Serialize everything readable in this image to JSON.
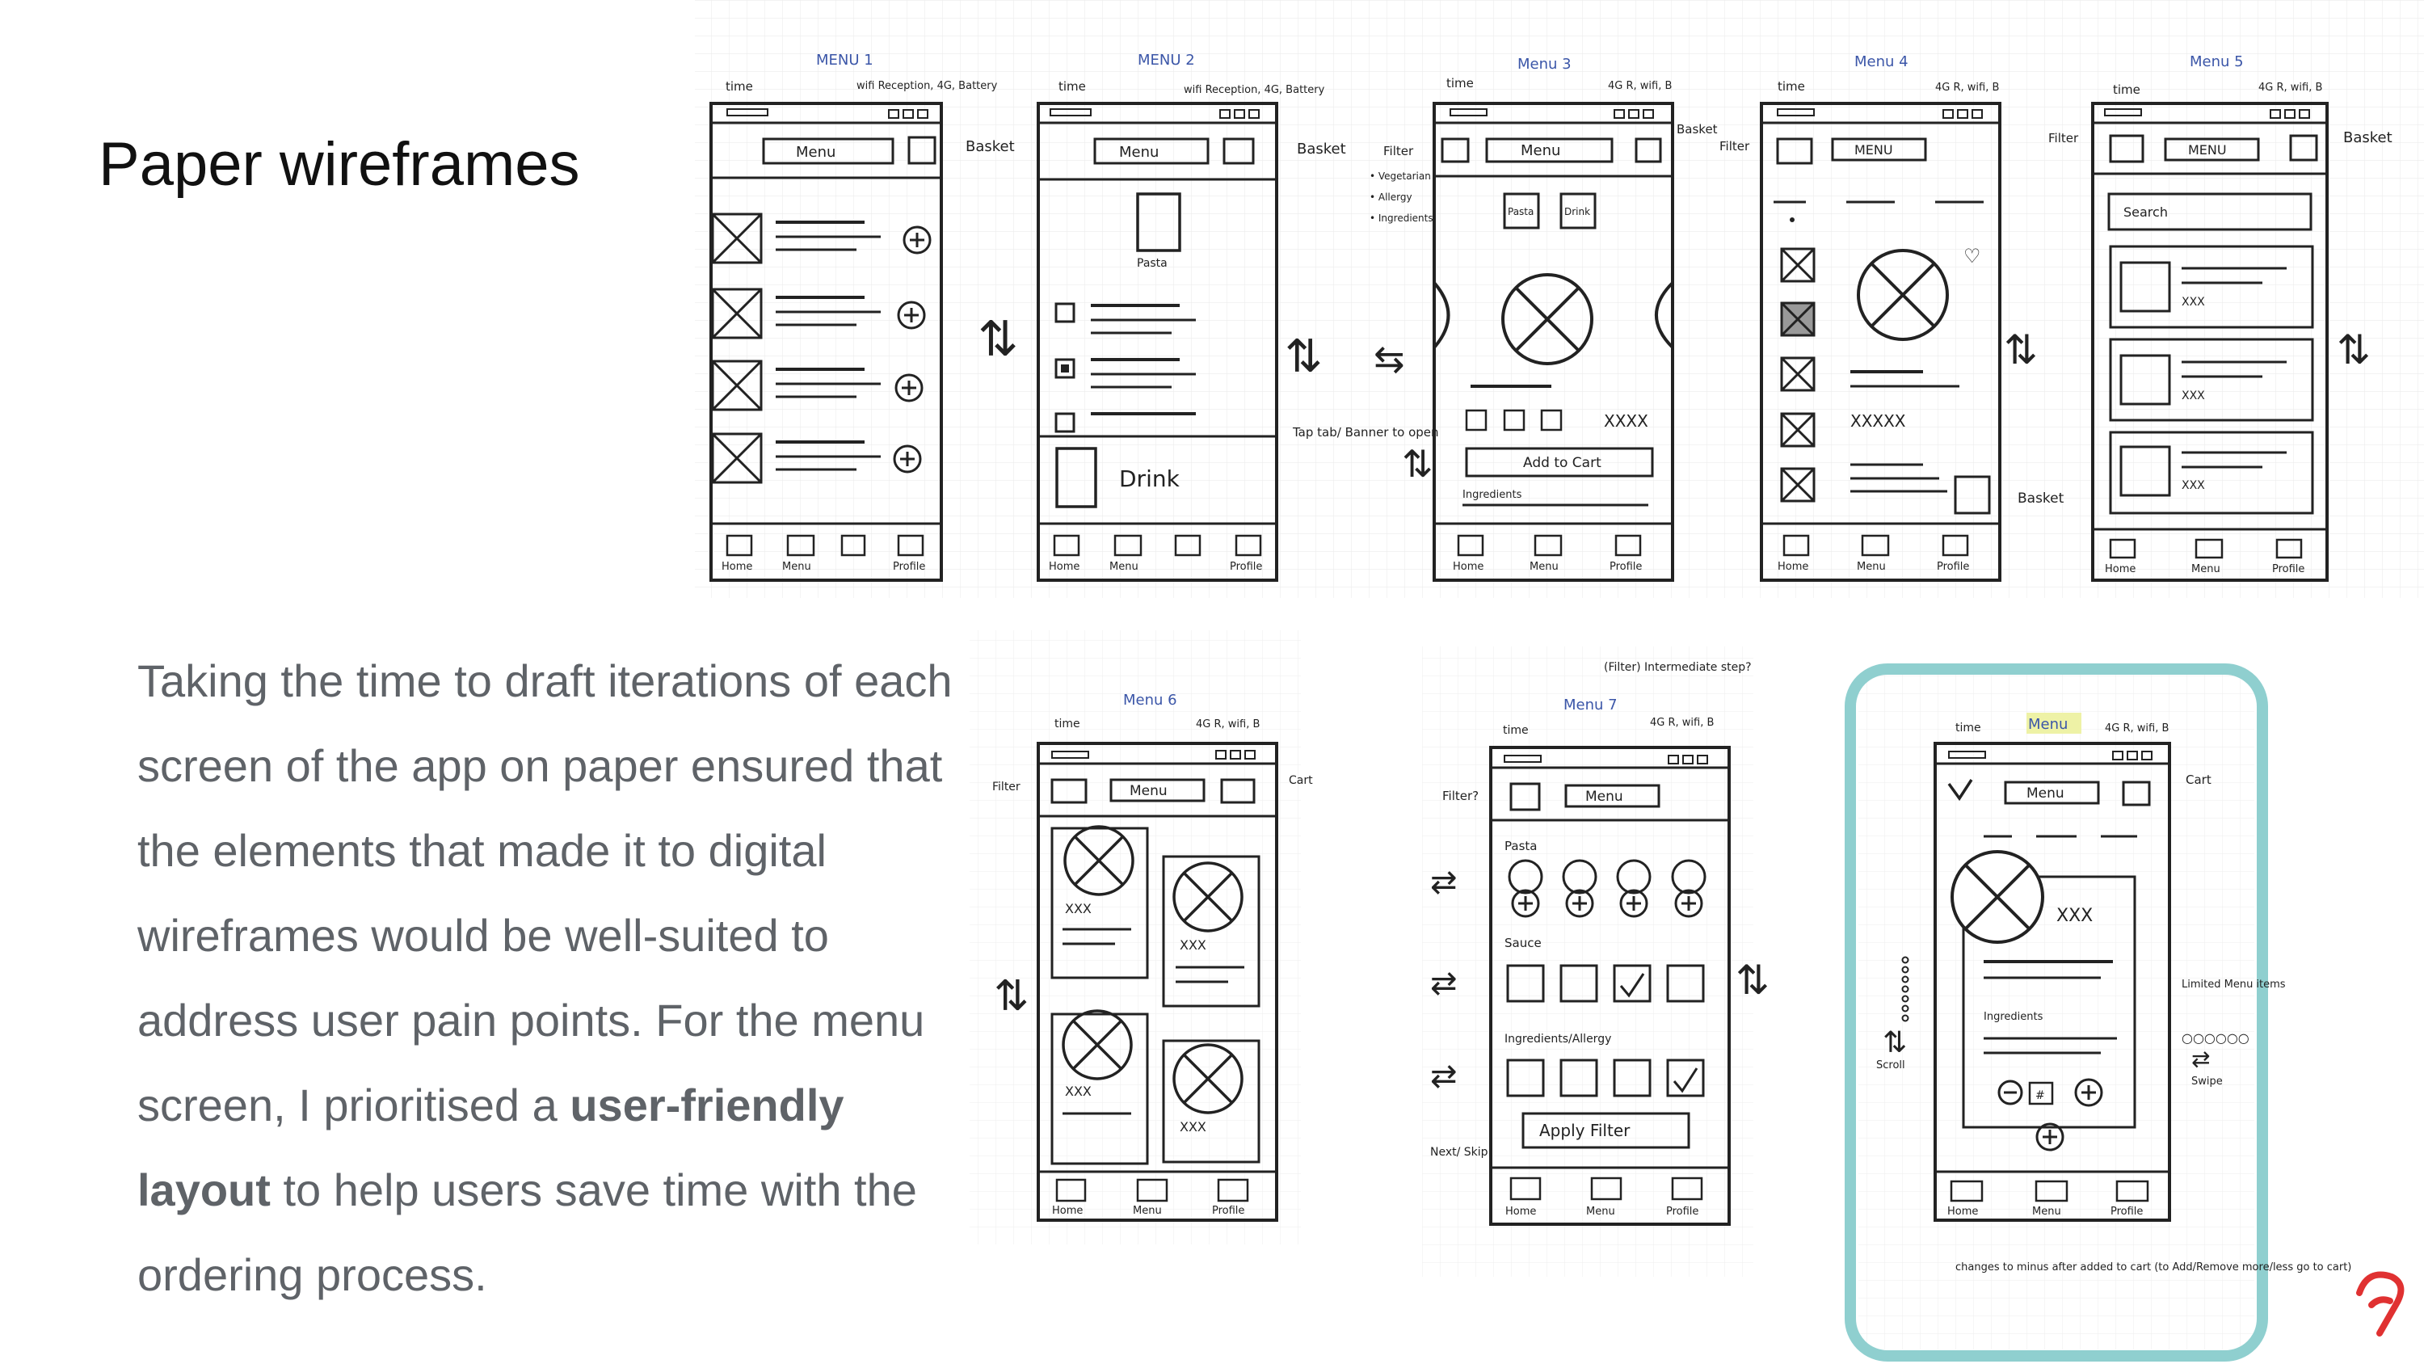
{
  "slide": {
    "title": "Paper wireframes",
    "paragraph": {
      "part1": "Taking the time to draft iterations of each screen of the app on paper ensured that the elements that made it to digital wireframes would be well-suited to address user pain points. For the menu screen, I prioritised a ",
      "bold": "user-friendly layout",
      "part2": " to help users save time with the ordering process."
    }
  },
  "wireframes": {
    "top_row": [
      {
        "title": "MENU 1",
        "labels": [
          "time",
          "wifi Reception, 4G, Battery",
          "Basket"
        ],
        "nav": [
          "Home",
          "Menu",
          "Profile"
        ]
      },
      {
        "title": "MENU 2",
        "labels": [
          "time",
          "wifi Reception, 4G, Battery",
          "Basket",
          "Pasta",
          "Drink",
          "Tap tab/ Banner to open"
        ],
        "nav": [
          "Home",
          "Menu",
          "Profile"
        ]
      },
      {
        "title": "Menu 3",
        "labels": [
          "time",
          "4G R, wifi, B",
          "Basket",
          "Filter",
          "• Vegetarian",
          "• Allergy",
          "• Ingredients",
          "Pasta",
          "Drink",
          "XXXX",
          "Add to Cart",
          "Ingredients"
        ],
        "nav": [
          "Home",
          "Menu",
          "Profile"
        ]
      },
      {
        "title": "Menu 4",
        "labels": [
          "time",
          "4G R, wifi, B",
          "Filter",
          "XXXXX",
          "Basket"
        ],
        "nav": [
          "Home",
          "Menu",
          "Profile"
        ]
      },
      {
        "title": "Menu 5",
        "labels": [
          "time",
          "4G R, wifi, B",
          "Filter",
          "Basket",
          "Search",
          "XXX"
        ],
        "nav": [
          "Home",
          "Menu",
          "Profile"
        ]
      }
    ],
    "bottom_row": [
      {
        "title": "Menu 6",
        "labels": [
          "time",
          "4G R, wifi, B",
          "Filter",
          "Cart",
          "XXX"
        ],
        "nav": [
          "Home",
          "Menu",
          "Profile"
        ]
      },
      {
        "title": "Menu 7",
        "labels": [
          "(Filter) Intermediate step?",
          "time",
          "4G R, wifi, B",
          "Filter?",
          "Pasta",
          "Sauce",
          "Ingredients/Allergy",
          "Apply Filter",
          "Next/ Skip"
        ],
        "nav": [
          "Home",
          "Menu",
          "Profile"
        ]
      },
      {
        "title": "Menu",
        "labels": [
          "time",
          "4G R, wifi, B",
          "Cart",
          "XXX",
          "Ingredients",
          "Limited Menu items",
          "Swipe",
          "Scroll",
          "changes to minus after added to cart (to Add/Remove more/less go to cart)"
        ],
        "nav": [
          "Home",
          "Menu",
          "Profile"
        ]
      }
    ]
  },
  "colors": {
    "highlight": "#8fcfcf",
    "logo": "#e03131",
    "sketch_title": "#3b56a8"
  }
}
